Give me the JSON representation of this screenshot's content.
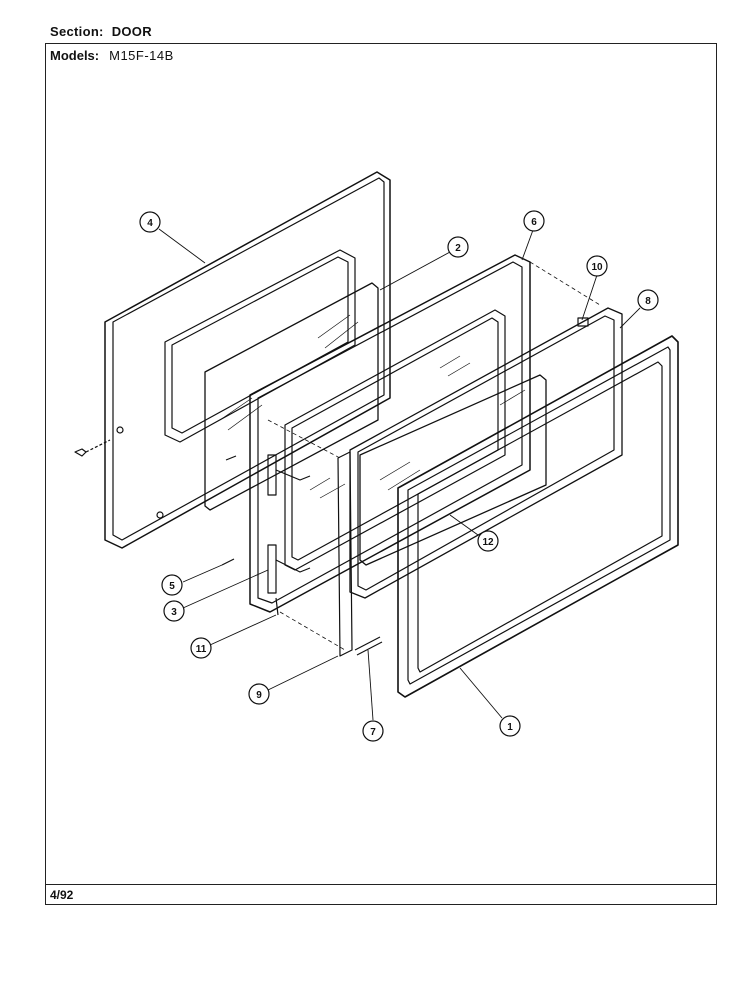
{
  "header": {
    "section_label": "Section:",
    "section_value": "DOOR",
    "models_label": "Models:",
    "models_value": "M15F-14B"
  },
  "footer": {
    "date": "4/92"
  },
  "callouts": [
    "1",
    "2",
    "3",
    "4",
    "5",
    "6",
    "7",
    "8",
    "9",
    "10",
    "11",
    "12"
  ]
}
